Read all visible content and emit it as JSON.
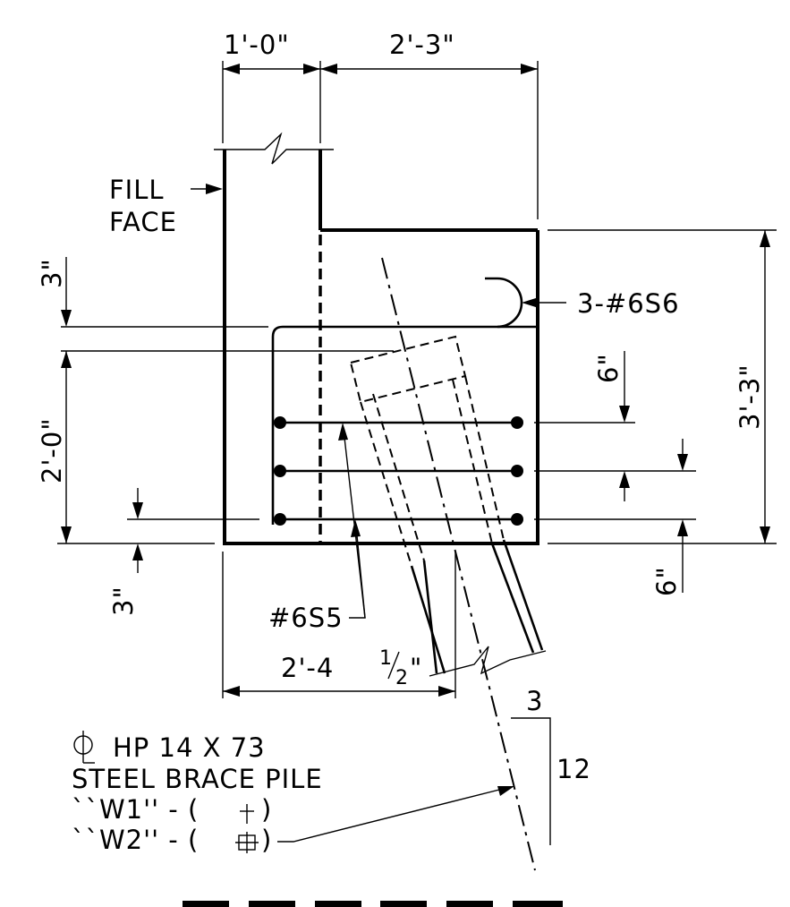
{
  "dimensions": {
    "top_left": "1'-0\"",
    "top_right": "2'-3\"",
    "left_top": "3\"",
    "left_mid": "2'-0\"",
    "left_bottom": "3\"",
    "right_height": "3'-3\"",
    "right_top_spacing": "6\"",
    "right_bottom_spacing": "6\"",
    "bottom_width_main": "2'-4",
    "bottom_width_frac_num": "1",
    "bottom_width_frac_den": "2",
    "bottom_width_inch": "\""
  },
  "labels": {
    "fill_face_line1": "FILL",
    "fill_face_line2": "FACE",
    "bar_s6": "3-#6S6",
    "bar_s5": "#6S5",
    "pile_line1": "HP 14 X 73",
    "pile_line2": "STEEL BRACE PILE",
    "pile_line3_prefix": "``W1'' - (",
    "pile_line3_suffix": ")",
    "pile_line4_prefix": "``W2'' - (",
    "pile_line4_suffix": ")",
    "slope_horizontal": "3",
    "slope_vertical": "12"
  },
  "symbols": {
    "centerline": "centerline-symbol",
    "w1": "cross-symbol",
    "w2": "grid-cross-symbol"
  }
}
